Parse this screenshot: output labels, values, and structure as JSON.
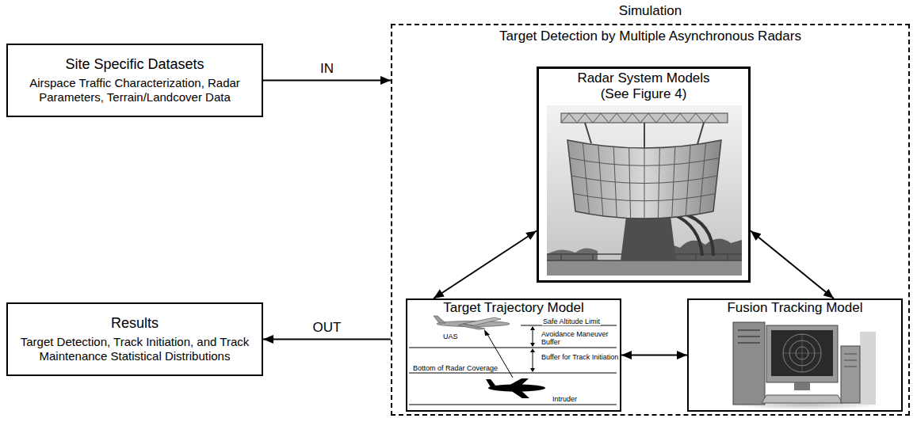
{
  "diagram": {
    "nodes": [
      {
        "text": [
          "Site Specific Datasets",
          "Airspace Traffic Characterization, Radar Parameters, Terrain/Landcover Data"
        ]
      },
      {
        "text": [
          "Simulation",
          "Target Detection by Multiple Asynchronous Radars"
        ]
      },
      {
        "text": [
          "Radar System Models",
          "(See Figure 4)"
        ],
        "in": 1
      },
      {
        "text": [
          "Target Trajectory Model"
        ],
        "in": 1
      },
      {
        "text": [
          "Fusion Tracking Model"
        ],
        "in": 1
      },
      {
        "text": [
          "Results",
          "Target Detection, Track Initiation, and Track Maintenance Statistical Distributions"
        ]
      }
    ],
    "edges": [
      {
        "from": 0,
        "to": 1,
        "label": "IN",
        "arrow": "to"
      },
      {
        "from": 1,
        "to": 5,
        "label": "OUT",
        "arrow": "to"
      },
      {
        "from": 2,
        "to": 3,
        "arrow": "both"
      },
      {
        "from": 2,
        "to": 4,
        "arrow": "both"
      },
      {
        "from": 3,
        "to": 4,
        "arrow": "both"
      }
    ],
    "labels": [
      "Safe Altitude Limit",
      "Avoidance Maneuver Buffer",
      "Buffer for Track Initiation",
      "Bottom of Radar Coverage",
      "UAS",
      "Intruder"
    ]
  }
}
